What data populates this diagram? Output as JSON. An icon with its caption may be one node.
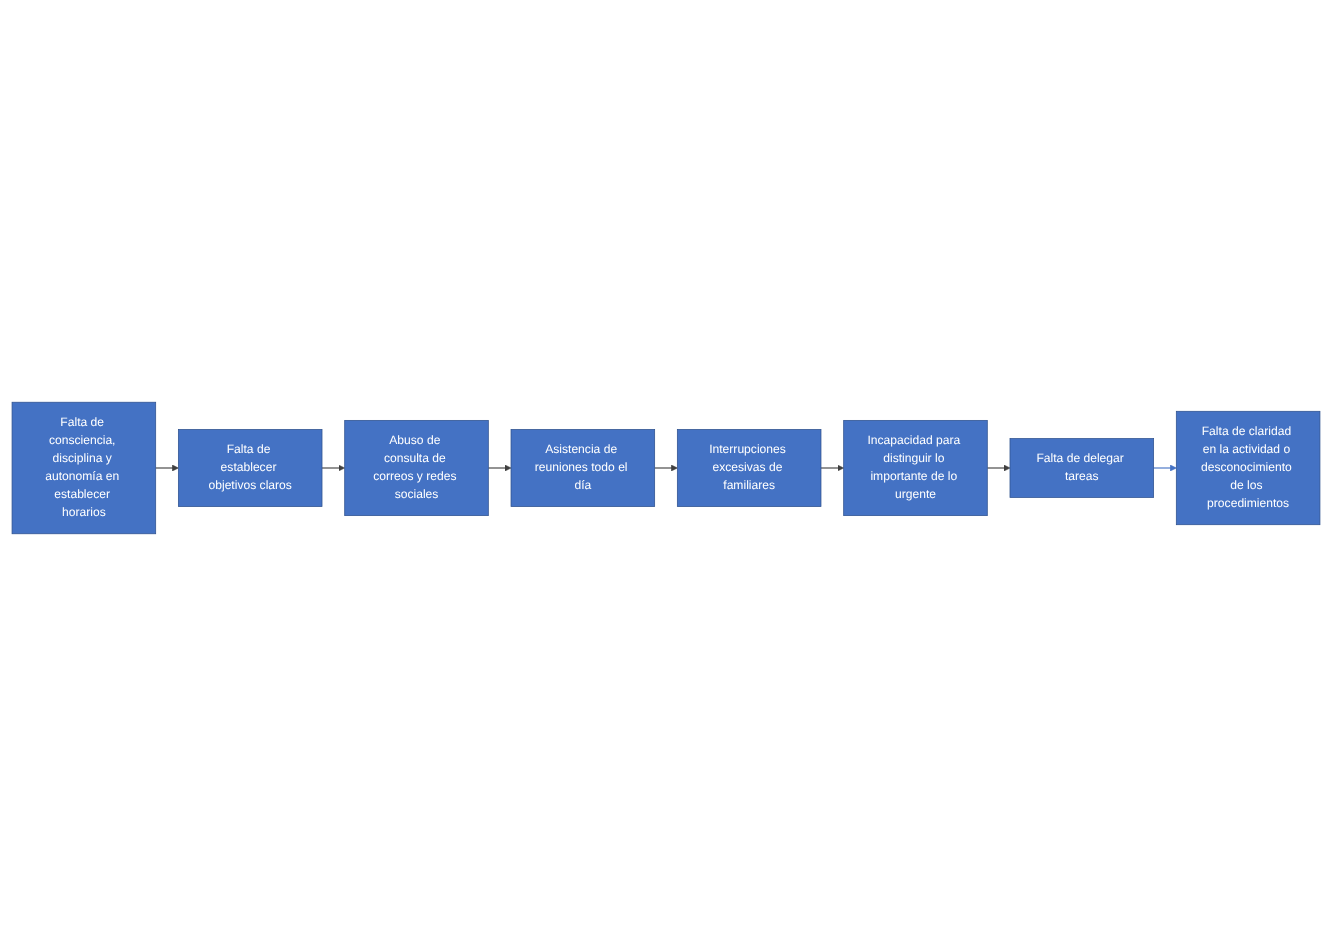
{
  "diagram": {
    "nodes": [
      {
        "text": [
          "Falta de consciencia, disciplina y autonomía en establecer horarios"
        ]
      },
      {
        "text": [
          "Falta de establecer objetivos claros"
        ]
      },
      {
        "text": [
          "Abuso de consulta de correos y redes sociales"
        ]
      },
      {
        "text": [
          "Asistencia de reuniones todo el día"
        ]
      },
      {
        "text": [
          "Interrupciones excesivas de familiares"
        ]
      },
      {
        "text": [
          "Incapacidad para distinguir lo importante de lo urgente"
        ]
      },
      {
        "text": [
          "Falta de delegar tareas"
        ]
      },
      {
        "text": [
          "Falta de claridad en la actividad o desconocimiento de los procedimientos"
        ]
      }
    ],
    "edges": [
      {
        "from": 0,
        "to": 1,
        "arrow": "to"
      },
      {
        "from": 1,
        "to": 2,
        "arrow": "to"
      },
      {
        "from": 2,
        "to": 3,
        "arrow": "to"
      },
      {
        "from": 3,
        "to": 4,
        "arrow": "to"
      },
      {
        "from": 4,
        "to": 5,
        "arrow": "to"
      },
      {
        "from": 5,
        "to": 6,
        "arrow": "to"
      },
      {
        "from": 6,
        "to": 7,
        "arrow": "to",
        "color": "#4472c4"
      }
    ]
  }
}
